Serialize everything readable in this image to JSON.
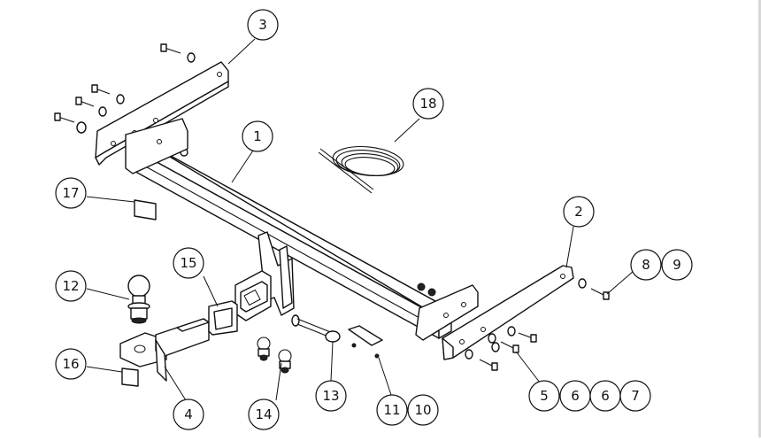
{
  "callouts": [
    {
      "id": "1",
      "label": "1"
    },
    {
      "id": "2",
      "label": "2"
    },
    {
      "id": "3",
      "label": "3"
    },
    {
      "id": "4",
      "label": "4"
    },
    {
      "id": "5",
      "label": "5"
    },
    {
      "id": "6a",
      "label": "6"
    },
    {
      "id": "6b",
      "label": "6"
    },
    {
      "id": "7",
      "label": "7"
    },
    {
      "id": "8",
      "label": "8"
    },
    {
      "id": "9",
      "label": "9"
    },
    {
      "id": "10",
      "label": "10"
    },
    {
      "id": "11",
      "label": "11"
    },
    {
      "id": "12",
      "label": "12"
    },
    {
      "id": "13",
      "label": "13"
    },
    {
      "id": "14",
      "label": "14"
    },
    {
      "id": "15",
      "label": "15"
    },
    {
      "id": "16",
      "label": "16"
    },
    {
      "id": "17",
      "label": "17"
    },
    {
      "id": "18",
      "label": "18"
    }
  ]
}
